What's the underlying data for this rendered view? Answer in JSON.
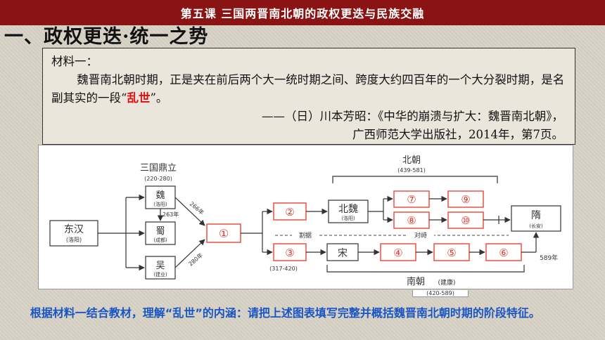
{
  "header": {
    "title": "第五课 三国两晋南北朝的政权更迭与民族交融"
  },
  "section": {
    "heading": "一、政权更迭·统一之势"
  },
  "material": {
    "label": "材料一：",
    "body_a": "魏晋南北朝时期，正是夹在前后两个大一统时期之间、跨度大约四百年的一个大分裂时期，是名副其实的一段“",
    "body_red": "乱世",
    "body_b": "”。",
    "citation_1": "——（日）川本芳昭：《中华的崩溃与扩大：魏晋南北朝》，",
    "citation_2": "广西师范大学出版社，2014年，第7页。"
  },
  "diagram": {
    "sanguo_title": "三国鼎立",
    "sanguo_years": "(220-280)",
    "donghan": {
      "name": "东汉",
      "sub": "(洛阳)"
    },
    "wei": {
      "name": "魏",
      "sub": "(洛阳)"
    },
    "shu": {
      "name": "蜀",
      "sub": "(成都)"
    },
    "wu": {
      "name": "吴",
      "sub": "(建业)"
    },
    "y263": "263年",
    "y266": "266年",
    "y280": "280年",
    "c1": "①",
    "c2": "②",
    "c3": "③",
    "c4": "④",
    "c5": "⑤",
    "c6": "⑥",
    "c7": "⑦",
    "c8": "⑧",
    "c9": "⑨",
    "c10": "⑩",
    "beichao_title": "北朝",
    "beichao_years": "(439-581)",
    "beiwei": {
      "name": "北魏",
      "sub": "(洛阳)"
    },
    "song": "宋",
    "sui": {
      "name": "隋",
      "sub": "(长安)"
    },
    "geju": "割据",
    "duizhi": "对峙",
    "y317": "(317-420)",
    "y589": "589年",
    "nanchao_title": "南朝",
    "nanchao_sub": "(建康)",
    "nanchao_years": "(420-589)"
  },
  "question": {
    "text": "根据材料一结合教材，理解“乱世”的内涵：请把上述图表填写完整并概括魏晋南北朝时期的阶段特征。"
  }
}
